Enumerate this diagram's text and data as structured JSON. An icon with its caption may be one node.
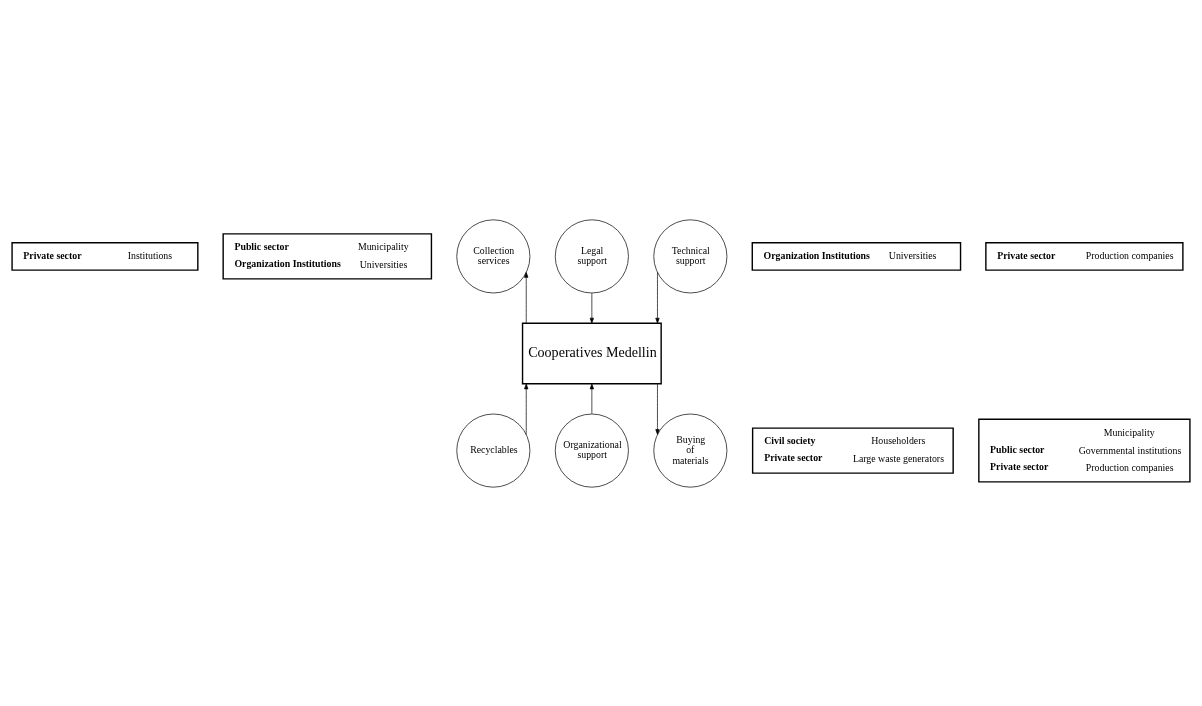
{
  "diagram": {
    "nodes": [
      {
        "text": [
          "Private sector",
          "Institutions"
        ]
      },
      {
        "text": [
          "Public sector",
          "Municipality",
          "Organization Institutions",
          "Universities"
        ]
      },
      {
        "text": [
          "Collection services"
        ]
      },
      {
        "text": [
          "Organization Institutions",
          "Universities"
        ]
      },
      {
        "text": [
          "Legal support"
        ]
      },
      {
        "text": [
          "Technical support"
        ]
      },
      {
        "text": [
          "Cooperatives Medellin"
        ]
      },
      {
        "text": [
          "Civil society",
          "Householders",
          "Private sector",
          "Large waste generators"
        ]
      },
      {
        "text": [
          "Recyclables"
        ]
      },
      {
        "text": [
          "Organizational support"
        ]
      },
      {
        "text": [
          "Municipality",
          "Public sector",
          "Governmental institutions",
          "Private sector",
          "Production companies"
        ]
      },
      {
        "text": [
          "Buying of materials"
        ]
      },
      {
        "text": [
          "Private sector",
          "Production companies"
        ]
      }
    ],
    "edges": [
      {
        "from": 6,
        "to": 2,
        "arrow": "to"
      },
      {
        "from": 4,
        "to": 6,
        "arrow": "to"
      },
      {
        "from": 5,
        "to": 6,
        "arrow": "to"
      },
      {
        "from": 8,
        "to": 6,
        "arrow": "to"
      },
      {
        "from": 6,
        "to": 11,
        "arrow": "to"
      },
      {
        "from": 9,
        "to": 6,
        "arrow": "to"
      }
    ]
  }
}
